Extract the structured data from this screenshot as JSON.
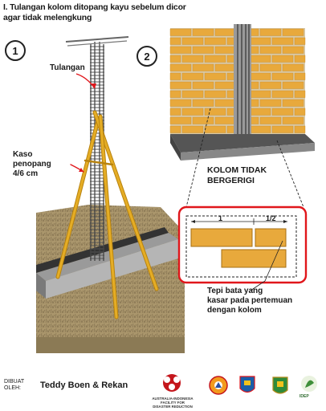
{
  "title_line1": "I. Tulangan kolom ditopang kayu sebelum dicor",
  "title_line2": "agar tidak melengkung",
  "step1_number": "1",
  "step2_number": "2",
  "label_tulangan": "Tulangan",
  "label_kaso_line1": "Kaso",
  "label_kaso_line2": "penopang",
  "label_kaso_line3": "4/6 cm",
  "label_kolom_line1": "KOLOM TIDAK",
  "label_kolom_line2": "BERGERIGI",
  "detail_dim_left": "1",
  "detail_dim_right": "1/2",
  "label_tepi_line1": "Tepi bata yang",
  "label_tepi_line2": "kasar pada pertemuan",
  "label_tepi_line3": "dengan kolom",
  "footer_dibuat_line1": "DIBUAT",
  "footer_dibuat_line2": "OLEH:",
  "footer_author": "Teddy Boen & Rekan",
  "logo_caption_line1": "AUSTRALIA-INDONESIA",
  "logo_caption_line2": "FACILITY FOR",
  "logo_caption_line3": "DISASTER REDUCTION",
  "logo_caption_idep": "IDEP",
  "colors": {
    "brick": "#e8a93c",
    "mortar": "#d9c9a6",
    "highlight_frame": "#e0161b",
    "wood": "#d9a21b"
  }
}
